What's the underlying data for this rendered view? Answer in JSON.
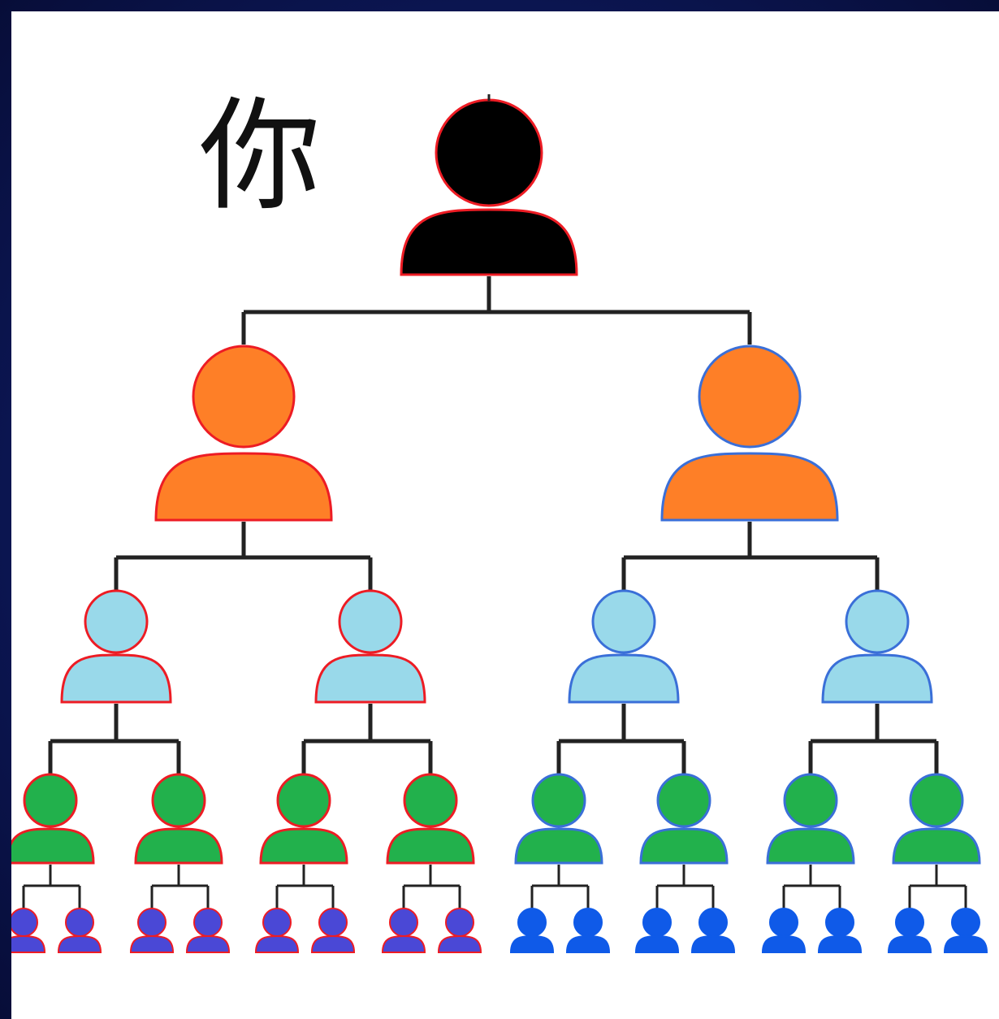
{
  "root_label": "你",
  "colors": {
    "background": "#0d1a56",
    "panel": "#ffffff",
    "connector": "#222222",
    "level_fills": [
      "#000000",
      "#fe7f27",
      "#99d9ea",
      "#22b14c",
      "#4a48d6"
    ],
    "left_branch_outline": "#ed1c24",
    "right_branch_outline": "#3a6fd8",
    "right_leaf_fill": "#0f5ae8"
  },
  "icons": {
    "person": "person-icon"
  },
  "tree": {
    "levels": 5,
    "branching": 2,
    "node_counts": [
      1,
      2,
      4,
      8,
      16
    ]
  }
}
